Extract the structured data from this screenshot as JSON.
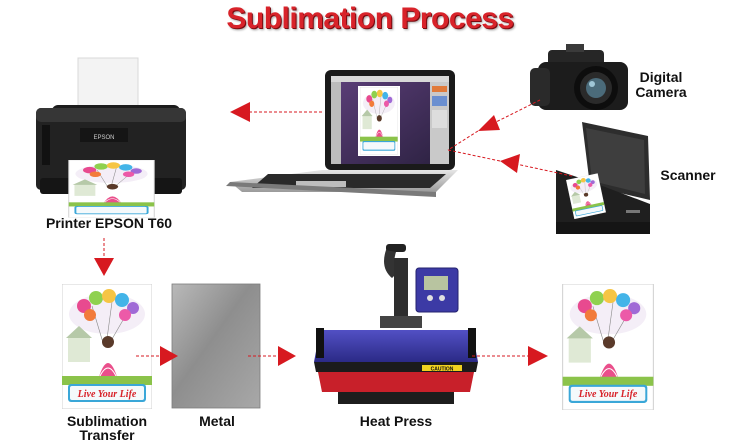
{
  "title": "Sublimation Process",
  "labels": {
    "printer": "Printer EPSON T60",
    "camera_line1": "Digital",
    "camera_line2": "Camera",
    "scanner": "Scanner",
    "transfer_line1": "Sublimation",
    "transfer_line2": "Transfer",
    "metal": "Metal",
    "heat_press": "Heat Press"
  },
  "device_text": {
    "printer_brand": "EPSON",
    "caution": "CAUTION"
  },
  "artwork_text": "Live Your Life",
  "colors": {
    "title": "#d8232a",
    "arrow": "#d71920",
    "press_plate": "#3c3aa5",
    "press_base": "#c8202a"
  }
}
